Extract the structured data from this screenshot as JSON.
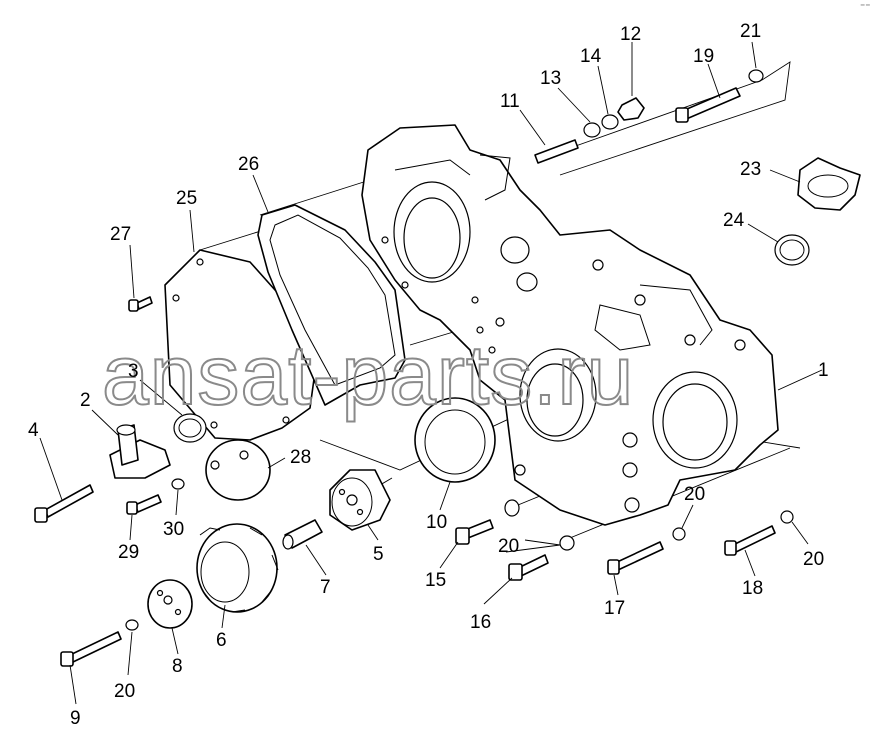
{
  "watermark": "ansat-parts.ru",
  "corner_mark": "⁻⁻",
  "parts": [
    {
      "id": "p1",
      "label": "1"
    },
    {
      "id": "p2",
      "label": "2"
    },
    {
      "id": "p3",
      "label": "3"
    },
    {
      "id": "p4",
      "label": "4"
    },
    {
      "id": "p5",
      "label": "5"
    },
    {
      "id": "p6",
      "label": "6"
    },
    {
      "id": "p7",
      "label": "7"
    },
    {
      "id": "p8",
      "label": "8"
    },
    {
      "id": "p9",
      "label": "9"
    },
    {
      "id": "p10",
      "label": "10"
    },
    {
      "id": "p11",
      "label": "11"
    },
    {
      "id": "p12",
      "label": "12"
    },
    {
      "id": "p13",
      "label": "13"
    },
    {
      "id": "p14",
      "label": "14"
    },
    {
      "id": "p15",
      "label": "15"
    },
    {
      "id": "p16",
      "label": "16"
    },
    {
      "id": "p17",
      "label": "17"
    },
    {
      "id": "p18",
      "label": "18"
    },
    {
      "id": "p19",
      "label": "19"
    },
    {
      "id": "p20a",
      "label": "20"
    },
    {
      "id": "p20b",
      "label": "20"
    },
    {
      "id": "p20c",
      "label": "20"
    },
    {
      "id": "p20d",
      "label": "20"
    },
    {
      "id": "p21",
      "label": "21"
    },
    {
      "id": "p23",
      "label": "23"
    },
    {
      "id": "p24",
      "label": "24"
    },
    {
      "id": "p25",
      "label": "25"
    },
    {
      "id": "p26",
      "label": "26"
    },
    {
      "id": "p27",
      "label": "27"
    },
    {
      "id": "p28",
      "label": "28"
    },
    {
      "id": "p29",
      "label": "29"
    },
    {
      "id": "p30",
      "label": "30"
    }
  ]
}
